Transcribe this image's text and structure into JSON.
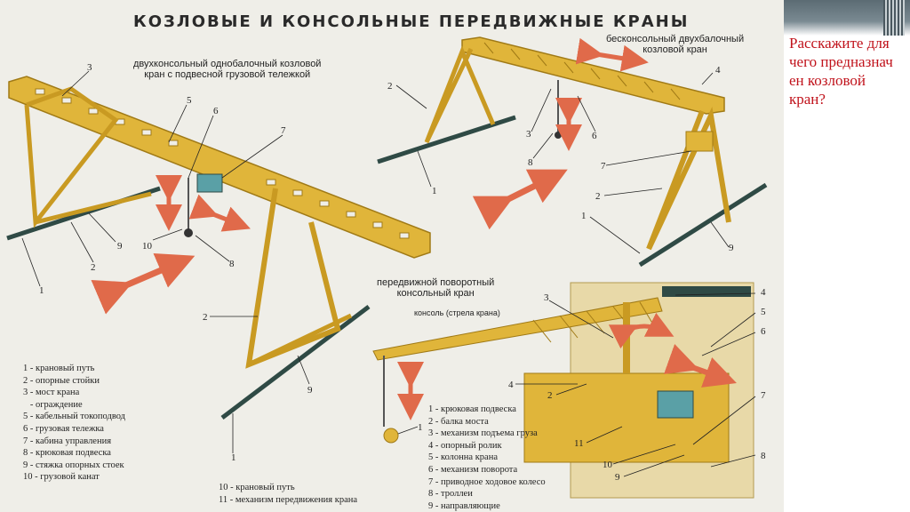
{
  "title": "КОЗЛОВЫЕ И КОНСОЛЬНЫЕ ПЕРЕДВИЖНЫЕ КРАНЫ",
  "captions": {
    "single_girder": [
      "двухконсольный однобалочный козловой",
      "кран с подвесной грузовой тележкой"
    ],
    "double_girder": [
      "бесконсольный двухбалочный",
      "козловой кран"
    ],
    "jib_crane": [
      "передвижной поворотный",
      "консольный кран"
    ],
    "jib_label": "консоль (стрела крана)"
  },
  "legend_left": [
    "1 - крановый путь",
    "2 - опорные стойки",
    "3 - мост крана",
    "   - ограждение",
    "5 - кабельный токоподвод",
    "6 - грузовая тележка",
    "7 - кабина управления",
    "8 - крюковая подвеска",
    "9 - стяжка опорных стоек",
    "10  - грузовой канат"
  ],
  "legend_mid": [
    "10 - крановый путь",
    "11 - механизм передвижения крана"
  ],
  "legend_right": [
    "1 - крюковая подвеска",
    "2 - балка моста",
    "3 - механизм подъема груза",
    "4 - опорный ролик",
    "5 - колонна крана",
    "6 - механизм поворота",
    "7 - приводное ходовое колесо",
    "8 - троллеи",
    "9 - направляющие"
  ],
  "callouts": {
    "c1": "1",
    "c2": "2",
    "c3": "3",
    "c5": "5",
    "c6": "6",
    "c7": "7",
    "c8": "8",
    "c9": "9",
    "c10": "10",
    "b1": "1",
    "b2": "2",
    "b3": "3",
    "b4": "4",
    "b6": "6",
    "b7": "7",
    "b8": "8",
    "b9": "9",
    "b2b": "2",
    "b1b": "1",
    "j1": "1",
    "j2": "2",
    "j3": "3",
    "j4": "4",
    "j4b": "4",
    "j5": "5",
    "j6": "6",
    "j7": "7",
    "j8": "8",
    "j9": "9",
    "j10": "10",
    "j11": "11",
    "a1": "1",
    "a2": "2",
    "a9": "9"
  },
  "sidebar": {
    "question": "Расскажите для чего предназнач ен козловой кран?"
  },
  "colors": {
    "crane": "#e0b53a",
    "crane_dark": "#a07a16",
    "arrow": "#e06a4a",
    "rail": "#2f4a45",
    "question": "#c0121b"
  }
}
